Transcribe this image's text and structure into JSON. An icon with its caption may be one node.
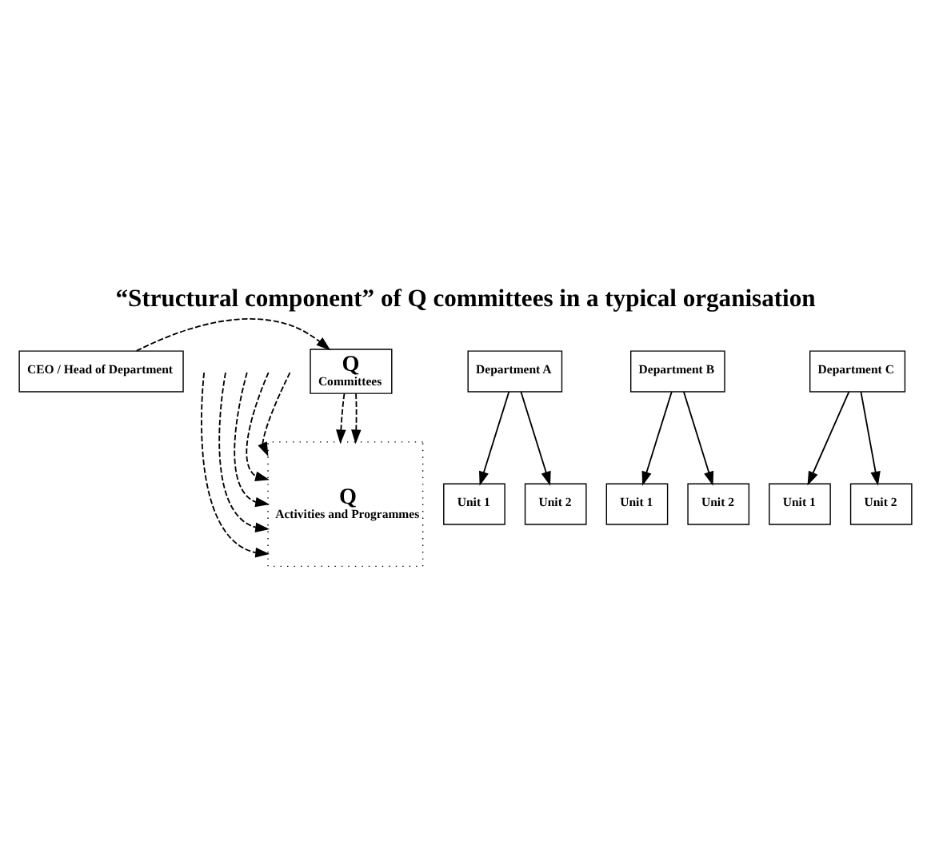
{
  "diagram": {
    "title": "“Structural component” of Q committees in a typical organisation",
    "nodes": [
      {
        "text": [
          "CEO / Head of Department"
        ]
      },
      {
        "text": [
          "Q",
          "Committees"
        ]
      },
      {
        "text": [
          "Department A"
        ]
      },
      {
        "text": [
          "Department B"
        ]
      },
      {
        "text": [
          "Department C"
        ]
      },
      {
        "text": [
          "Q",
          "Activities and Programmes"
        ]
      },
      {
        "text": [
          "Unit 1"
        ]
      },
      {
        "text": [
          "Unit 2"
        ]
      },
      {
        "text": [
          "Unit 1"
        ]
      },
      {
        "text": [
          "Unit 2"
        ]
      },
      {
        "text": [
          "Unit 1"
        ]
      },
      {
        "text": [
          "Unit 2"
        ]
      }
    ],
    "edges": [
      {
        "from": 0,
        "to": 1,
        "arrow": "to",
        "style": "dashed"
      },
      {
        "from": 1,
        "to": 5,
        "arrow": "to",
        "style": "dashed"
      },
      {
        "from": 1,
        "to": 5,
        "arrow": "to",
        "style": "dashed"
      },
      {
        "from": 2,
        "to": 6,
        "arrow": "to"
      },
      {
        "from": 2,
        "to": 7,
        "arrow": "to"
      },
      {
        "from": 3,
        "to": 8,
        "arrow": "to"
      },
      {
        "from": 3,
        "to": 9,
        "arrow": "to"
      },
      {
        "from": 4,
        "to": 10,
        "arrow": "to"
      },
      {
        "from": 4,
        "to": 11,
        "arrow": "to"
      },
      {
        "from": null,
        "to": 5,
        "arrow": "to",
        "style": "dashed"
      },
      {
        "from": null,
        "to": 5,
        "arrow": "to",
        "style": "dashed"
      },
      {
        "from": null,
        "to": 5,
        "arrow": "to",
        "style": "dashed"
      },
      {
        "from": null,
        "to": 5,
        "arrow": "to",
        "style": "dashed"
      },
      {
        "from": null,
        "to": 5,
        "arrow": "to",
        "style": "dashed"
      }
    ]
  }
}
